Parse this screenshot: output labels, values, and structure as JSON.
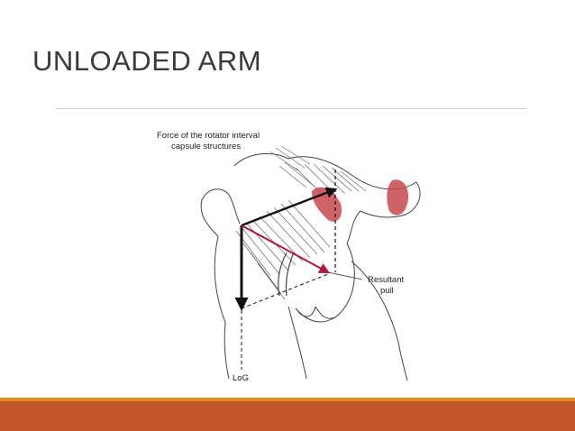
{
  "slide": {
    "title": "UNLOADED ARM"
  },
  "figure": {
    "label_force_line1": "Force of the rotator interval",
    "label_force_line2": "capsule structures",
    "label_resultant_line1": "Resultant",
    "label_resultant_line2": "pull",
    "label_log": "LoG"
  },
  "colors": {
    "accent_orange": "#e08d1c",
    "accent_rust": "#c0562a",
    "resultant_arrow": "#b0173c",
    "muscle_red": "#c9474f"
  }
}
